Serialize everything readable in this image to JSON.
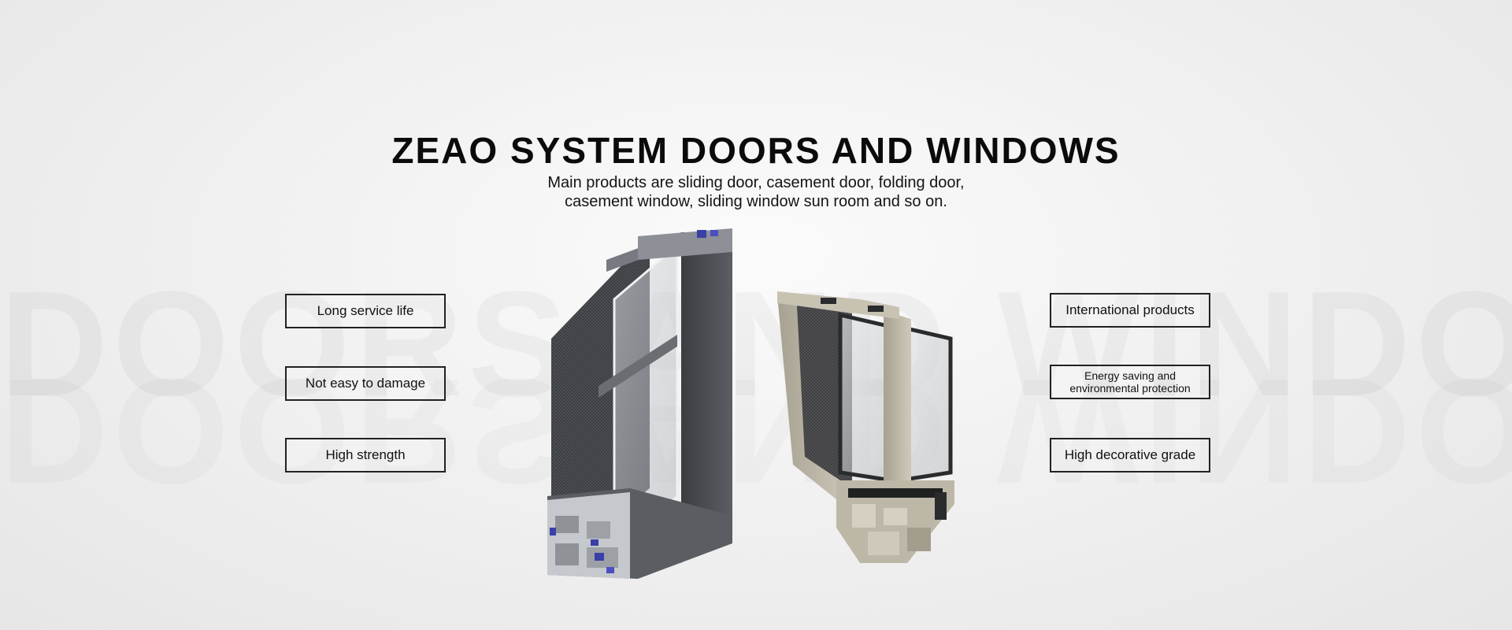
{
  "hero": {
    "title": "ZEAO SYSTEM DOORS AND WINDOWS",
    "subtitle_line1": "Main products are sliding door, casement door, folding door,",
    "subtitle_line2": "casement window, sliding window sun room and so on."
  },
  "watermark": {
    "text": "DOORS AND WINDOWS"
  },
  "features_left": [
    {
      "label": "Long service life"
    },
    {
      "label": "Not easy to damage"
    },
    {
      "label": "High strength"
    }
  ],
  "features_right": [
    {
      "label": "International products"
    },
    {
      "label": "Energy saving and environmental protection"
    },
    {
      "label": "High decorative grade"
    }
  ],
  "products": [
    {
      "name": "casement-window-profile",
      "color": "#4a4c50"
    },
    {
      "name": "sliding-door-profile",
      "color": "#b9b3a5"
    }
  ]
}
